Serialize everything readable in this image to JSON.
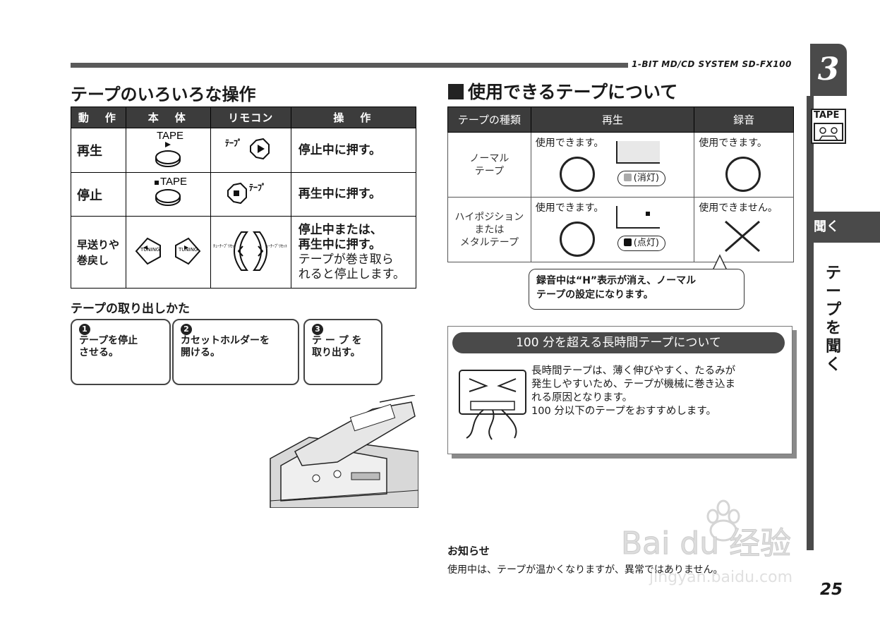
{
  "header": {
    "model": "1-BIT MD/CD SYSTEM  SD-FX100"
  },
  "left": {
    "title": "テープのいろいろな操作",
    "table_headers": [
      "動　作",
      "本　体",
      "リモコン",
      "操　作"
    ],
    "rows": [
      {
        "action": "再生",
        "unit_label": "TAPE",
        "remote_label": "ﾃｰﾌﾟ",
        "op": "停止中に押す。"
      },
      {
        "action": "停止",
        "unit_label": "TAPE",
        "remote_label": "ﾃｰﾌﾟ",
        "op": "再生中に押す。"
      },
      {
        "action_l1": "早送りや",
        "action_l2": "巻戻し",
        "unit_label": "TUNING",
        "remote_label": "ﾁｭｰﾅｰﾌﾟﾘｾｯﾄ",
        "op_l1": "停止中または、",
        "op_l2": "再生中に押す。",
        "op_l3": "テープが巻き取ら",
        "op_l4": "れると停止します。"
      }
    ],
    "subheading": "テープの取り出しかた",
    "steps": [
      {
        "num": "1",
        "l1": "テープを停止",
        "l2": "させる。"
      },
      {
        "num": "2",
        "l1": "カセットホルダーを",
        "l2": "開ける。"
      },
      {
        "num": "3",
        "l1": "テ ー プ を",
        "l2": "取り出す。"
      }
    ]
  },
  "right": {
    "title": "使用できるテープについて",
    "table_headers": [
      "テープの種類",
      "再生",
      "録音"
    ],
    "rows": [
      {
        "kind_l1": "ノーマル",
        "kind_l2": "テープ",
        "play": "使用できます。",
        "indicator": "(消灯)",
        "record": "使用できます。",
        "mark": "○"
      },
      {
        "kind_l1": "ハイポジション",
        "kind_l2": "または",
        "kind_l3": "メタルテープ",
        "play": "使用できます。",
        "indicator": "(点灯)",
        "record": "使用できません。",
        "mark": "×"
      }
    ],
    "callout_l1": "録音中は“H”表示が消え、ノーマル",
    "callout_l2": "テープの設定になります。",
    "long_tape": {
      "title": "100 分を超える長時間テープについて",
      "l1": "長時間テープは、薄く伸びやすく、たるみが",
      "l2": "発生しやすいため、テープが機械に巻き込ま",
      "l3": "れる原因となります。",
      "l4": "100 分以下のテープをおすすめします。"
    },
    "notice_heading": "お知らせ",
    "notice_text": "使用中は、テープが温かくなりますが、異常ではありません。"
  },
  "sidebar": {
    "chapter": "3",
    "icon_label": "TAPE",
    "tab": "聞く",
    "vertical": [
      "テ",
      "ー",
      "プ",
      "を",
      "聞",
      "く"
    ]
  },
  "page_number": "25",
  "watermark": {
    "brand": "Bai du 经验",
    "url": "jingyan.baidu.com"
  }
}
